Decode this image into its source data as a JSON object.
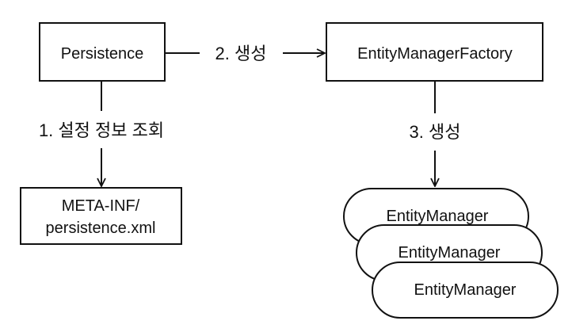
{
  "nodes": {
    "persistence": {
      "label": "Persistence"
    },
    "factory": {
      "label": "EntityManagerFactory"
    },
    "meta_inf": {
      "line1": "META-INF/",
      "line2": "persistence.xml"
    },
    "managers": [
      {
        "label": "EntityManager"
      },
      {
        "label": "EntityManager"
      },
      {
        "label": "EntityManager"
      }
    ]
  },
  "edges": {
    "lookup_config": {
      "label": "1. 설정 정보 조회"
    },
    "create_factory": {
      "label": "2. 생성"
    },
    "create_manager": {
      "label": "3. 생성"
    }
  },
  "colors": {
    "stroke": "#111111",
    "fill": "#ffffff",
    "text": "#111111"
  }
}
